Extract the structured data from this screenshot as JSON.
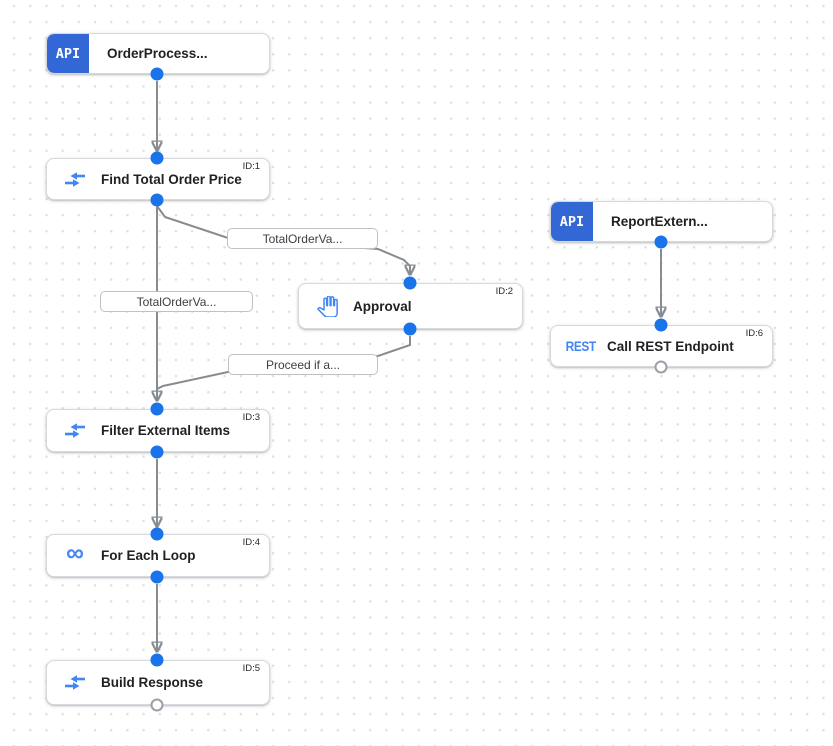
{
  "colors": {
    "trigger_badge_blue": "#3367d6",
    "icon_blue": "#4285f4",
    "connector_dot_blue": "#1a73e8",
    "edge_gray": "#878c91",
    "node_border": "#d6d9dd",
    "grid_dot": "#dde0e3"
  },
  "nodes": {
    "order_trigger": {
      "badge": "API",
      "label": "OrderProcess..."
    },
    "find_total": {
      "id": "ID:1",
      "label": "Find Total Order Price",
      "icon": "data-mapping-icon"
    },
    "approval": {
      "id": "ID:2",
      "label": "Approval",
      "icon": "approval-hand-icon"
    },
    "filter_items": {
      "id": "ID:3",
      "label": "Filter External Items",
      "icon": "data-mapping-icon"
    },
    "for_each": {
      "id": "ID:4",
      "label": "For Each Loop",
      "icon": "for-each-loop-icon"
    },
    "build_response": {
      "id": "ID:5",
      "label": "Build Response",
      "icon": "data-mapping-icon"
    },
    "report_trigger": {
      "badge": "API",
      "label": "ReportExtern..."
    },
    "call_rest": {
      "id": "ID:6",
      "label": "Call REST Endpoint",
      "icon": "rest-icon",
      "icon_text": "REST"
    }
  },
  "edge_labels": {
    "find_total_to_approval": "TotalOrderVa...",
    "find_total_to_filter": "TotalOrderVa...",
    "approval_to_filter": "Proceed if a..."
  }
}
